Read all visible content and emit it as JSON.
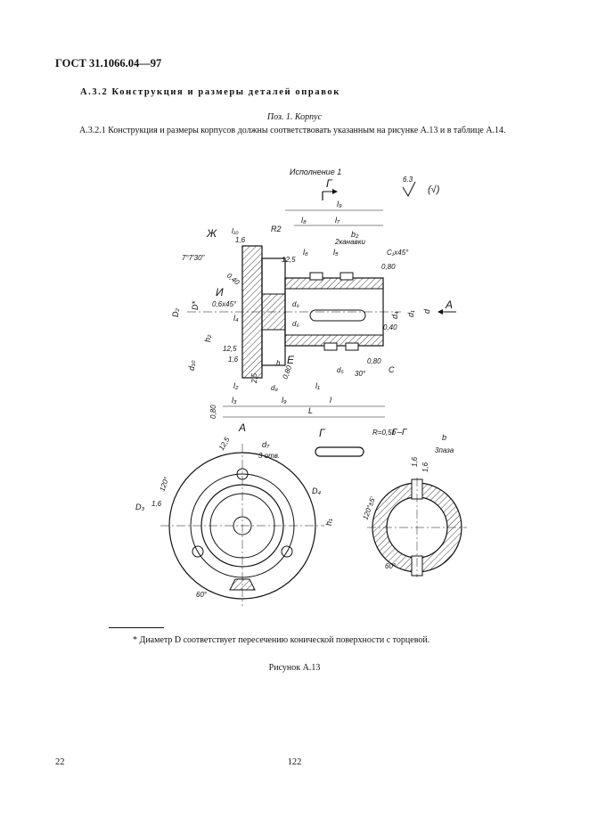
{
  "document": {
    "header": "ГОСТ 31.1066.04—97",
    "section_title": "А.3.2 Конструкция и размеры деталей оправок",
    "subtitle": "Поз. 1. Корпус",
    "paragraph": "А.3.2.1 Конструкция и размеры корпусов должны соответствовать указанным на рисунке А.13 и в таблице А.14.",
    "footnote": "* Диаметр D соответствует пересечению конической поверхности с торцевой.",
    "figure_caption": "Рисунок А.13",
    "page_number_left": "22",
    "page_number_center": "122"
  },
  "drawing": {
    "labels": {
      "execution": "Исполнение 1",
      "roughness_value": "6.3",
      "roughness_paren": "(√)",
      "cut_mark": "Г",
      "view_a": "А",
      "arrow_a": "А",
      "view_a_title": "А",
      "section_gg": "Г–Г",
      "mark_zh": "Ж",
      "mark_i": "И",
      "mark_e": "Е",
      "mark_g2": "Г",
      "angle": "7°7'30\"",
      "chamfer_045": "0,6x45°",
      "chamfer_c1": "C₁x45°",
      "grooves": "2канавки",
      "radius_r2": "R2",
      "radius_r05b": "R=0,5b",
      "slots": "3паза",
      "holes": "3 отв.",
      "dim_l": "l",
      "dim_L": "L",
      "dim_l1": "l₁",
      "dim_l2": "l₂",
      "dim_l3": "l₃",
      "dim_l4": "l₄",
      "dim_l5": "l₅",
      "dim_l6": "l₆",
      "dim_l7": "l₇",
      "dim_l8": "l₈",
      "dim_l9": "l₉",
      "dim_l10": "l₁₀",
      "dim_b": "b",
      "dim_b2": "b₂",
      "dim_c": "C",
      "dim_d": "d",
      "dim_d1": "d₁",
      "dim_d2": "d₂",
      "dim_d4": "d₄",
      "dim_d5": "d₅",
      "dim_d6": "d₆",
      "dim_d7": "d₇",
      "dim_d8": "d₈",
      "dim_d9": "d₉",
      "dim_d10": "d₁₀",
      "dim_D": "D*",
      "dim_D2": "D₂",
      "dim_D3": "D₃",
      "dim_D4": "D₄",
      "dim_h": "h",
      "dim_h1": "h₁",
      "dim_h2": "h₂",
      "rough_16": "1,6",
      "rough_25": "2,5",
      "rough_125": "12,5",
      "rough_040": "0,40",
      "rough_080": "0,80",
      "angle_30": "30°",
      "angle_60": "60°",
      "angle_120": "120°",
      "angle_120_35": "120°±5'"
    }
  }
}
